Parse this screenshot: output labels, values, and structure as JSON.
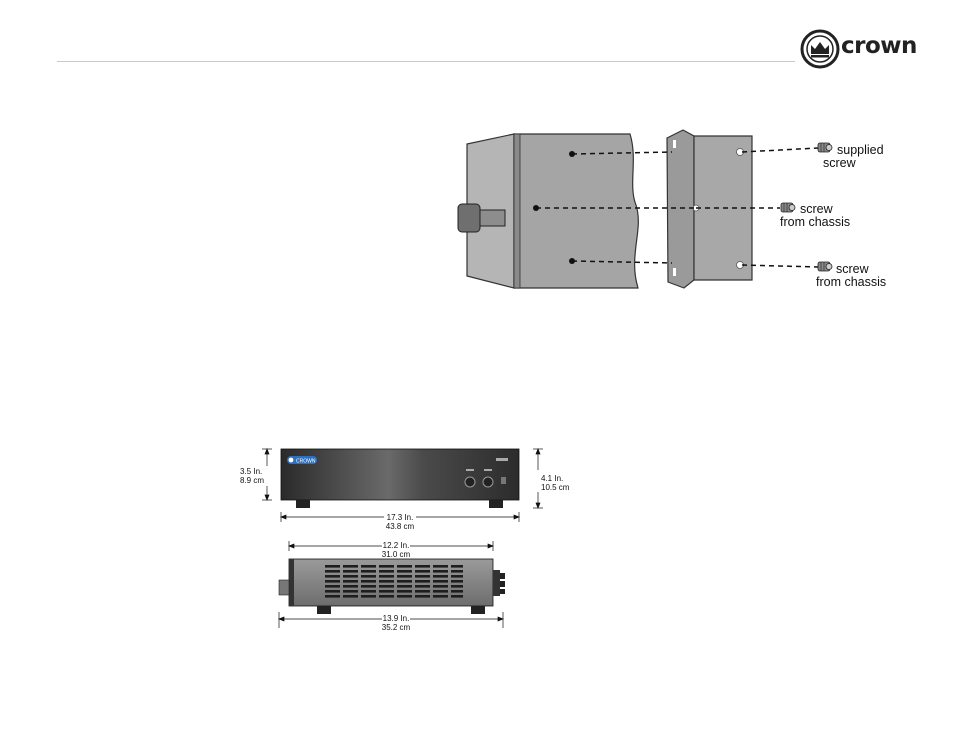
{
  "brand": {
    "logo_text": "crown"
  },
  "mounting": {
    "labels": [
      {
        "line1": "supplied",
        "line2": "screw"
      },
      {
        "line1": "screw",
        "line2": "from chassis"
      },
      {
        "line1": "screw",
        "line2": "from chassis"
      }
    ]
  },
  "dimensions": {
    "front_height": {
      "in": "3.5 In.",
      "cm": "8.9 cm"
    },
    "front_height_feet": {
      "in": "4.1 In.",
      "cm": "10.5 cm"
    },
    "front_width": {
      "in": "17.3 In.",
      "cm": "43.8 cm"
    },
    "side_depth_case": {
      "in": "12.2 In.",
      "cm": "31.0 cm"
    },
    "side_depth_total": {
      "in": "13.9 In.",
      "cm": "35.2 cm"
    }
  }
}
